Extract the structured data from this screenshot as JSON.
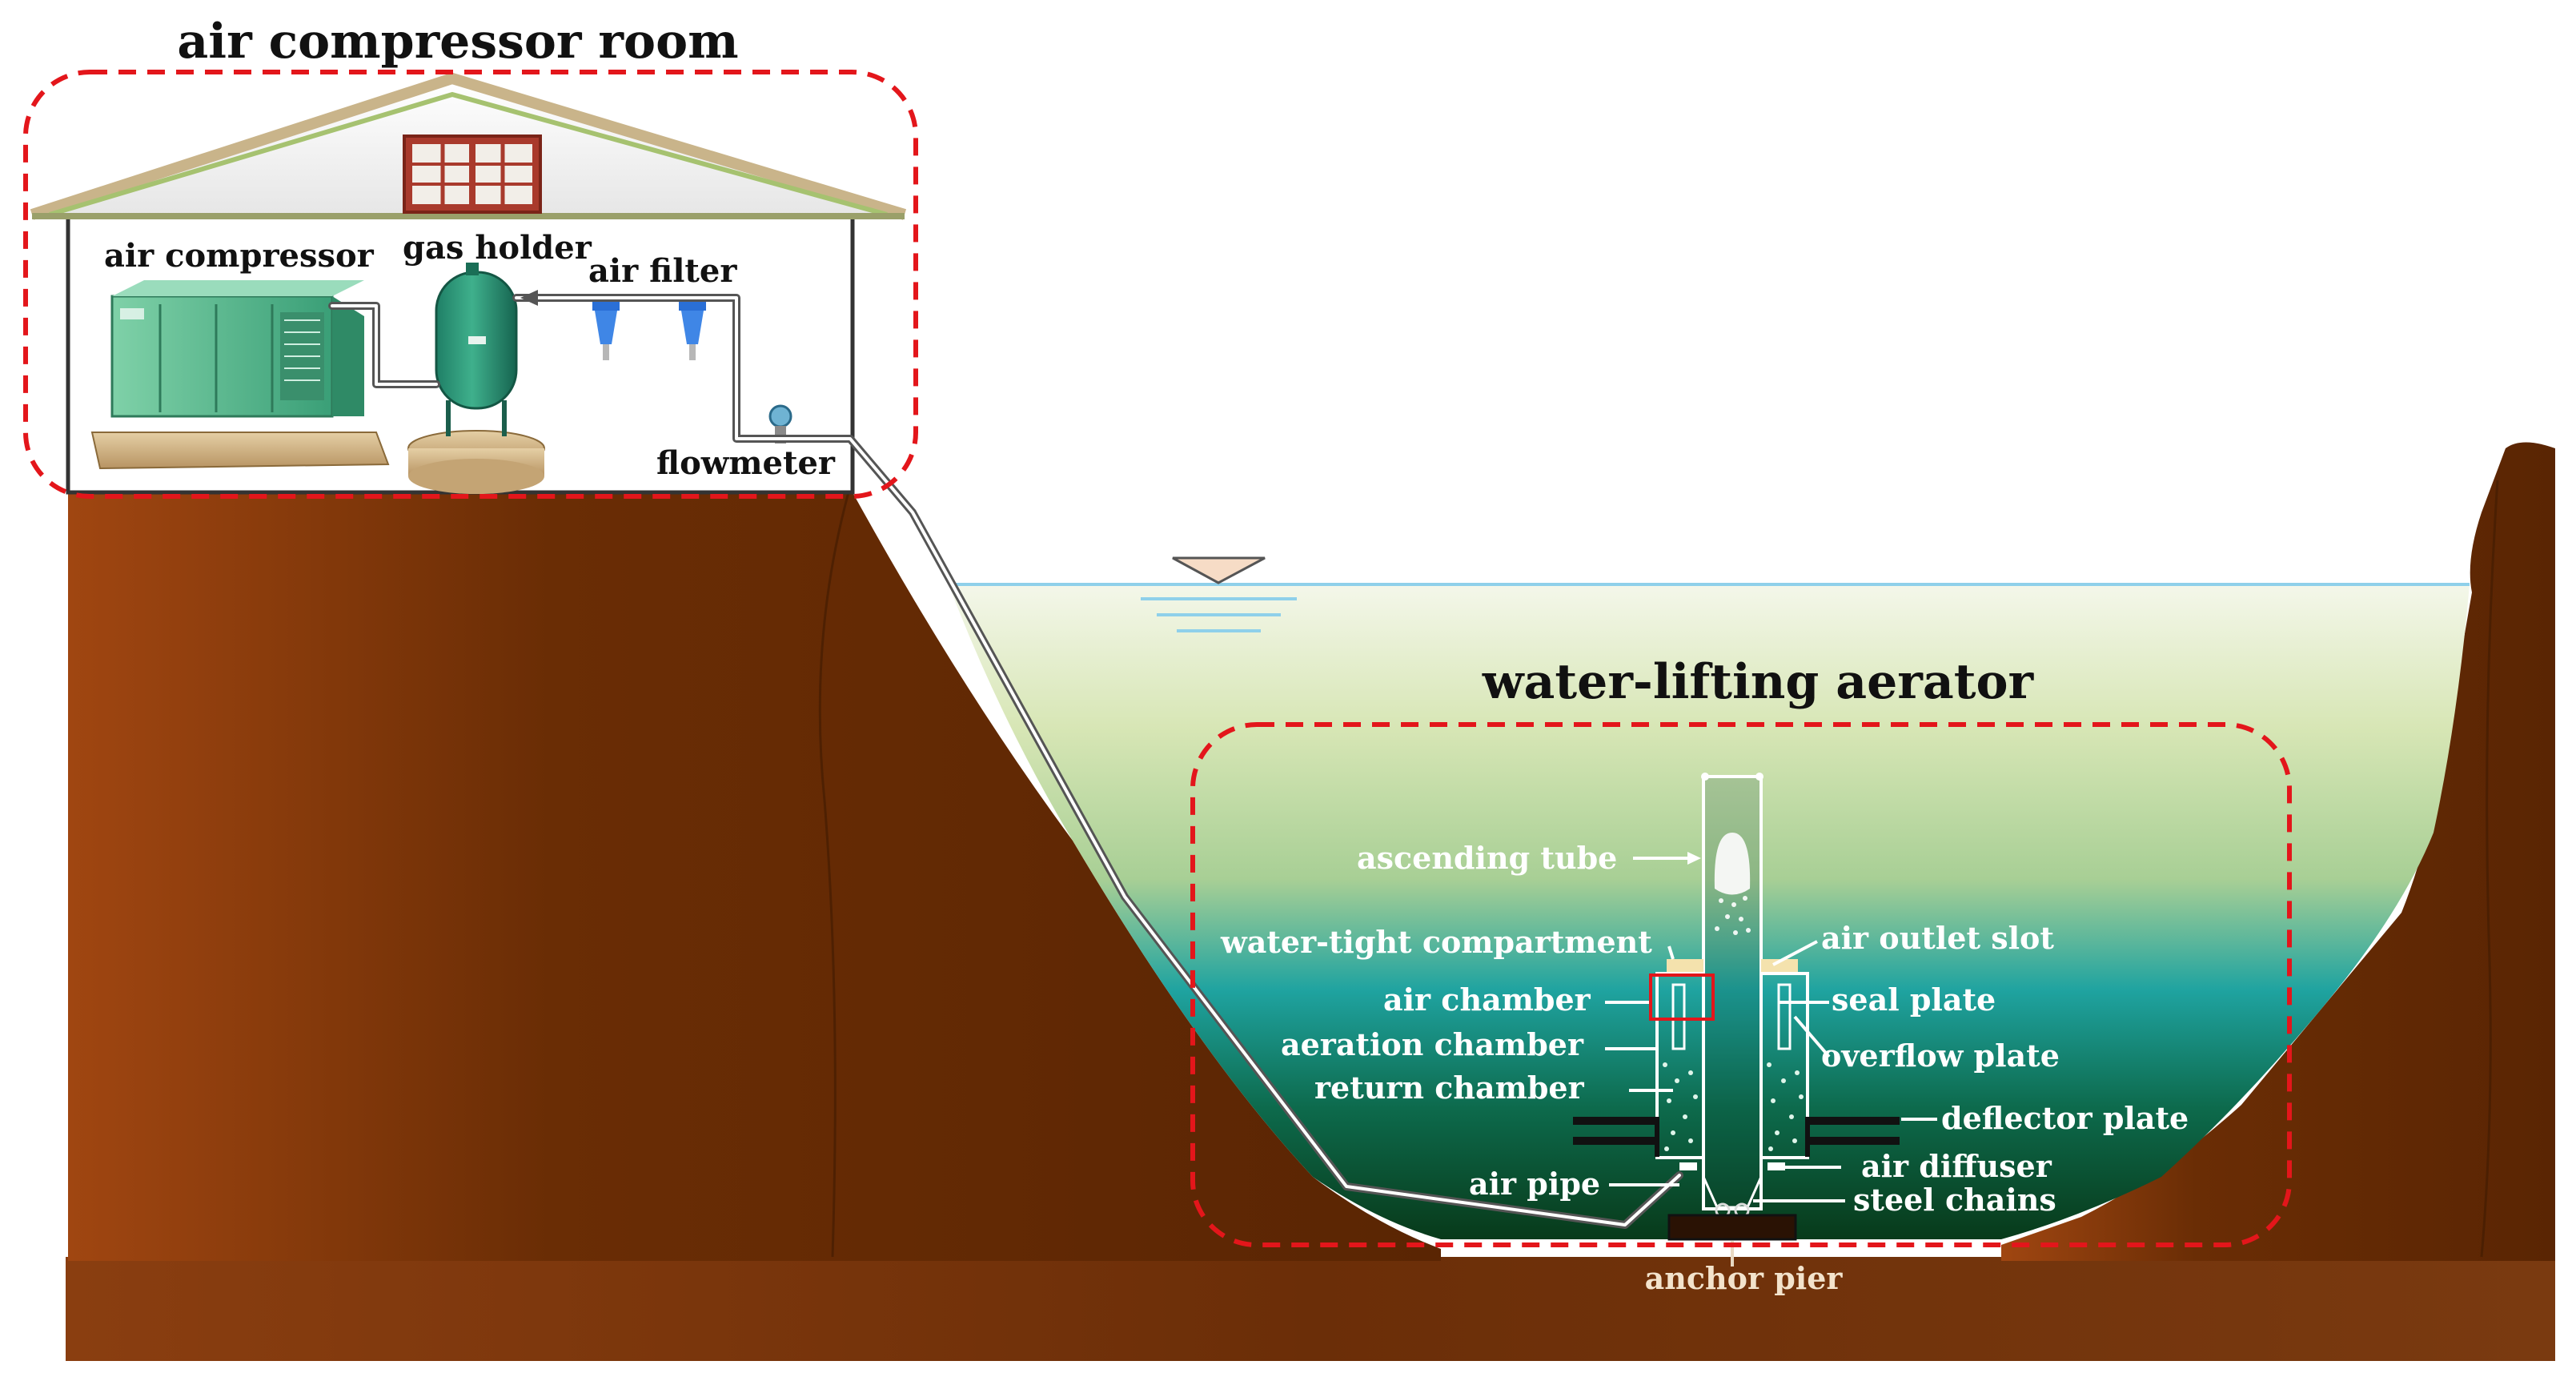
{
  "titles": {
    "room": "air compressor room",
    "aerator": "water-lifting aerator"
  },
  "room_labels": {
    "air_compressor": "air compressor",
    "gas_holder": "gas holder",
    "air_filter": "air filter",
    "flowmeter": "flowmeter"
  },
  "aerator_labels": {
    "ascending_tube": "ascending tube",
    "water_tight_compartment": "water-tight compartment",
    "air_outlet_slot": "air outlet slot",
    "air_chamber": "air chamber",
    "seal_plate": "seal plate",
    "aeration_chamber": "aeration chamber",
    "overflow_plate": "overflow plate",
    "return_chamber": "return chamber",
    "deflector_plate": "deflector plate",
    "air_pipe": "air pipe",
    "air_diffuser": "air diffuser",
    "steel_chains": "steel chains",
    "anchor_pier": "anchor pier"
  },
  "colors": {
    "soil_light": "#9c4310",
    "soil_dark": "#5a2503",
    "water_top": "#eef3df",
    "water_mid": "#1a9e9a",
    "water_bottom": "#0b3d1c",
    "dashed_box": "#e3161b",
    "machine_green": "#3fae8c",
    "filter_blue": "#2a6fd6"
  }
}
